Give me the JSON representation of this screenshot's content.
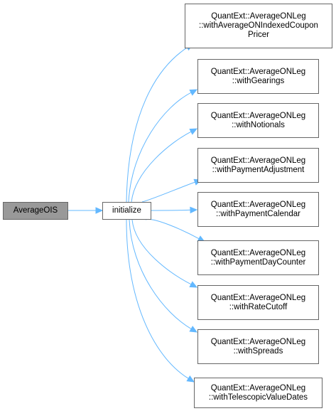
{
  "diagram": {
    "colors": {
      "edge": "#63B8FF",
      "node_border": "#666666",
      "root_fill": "#999999",
      "node_fill": "#FFFFFF"
    },
    "root": {
      "id": "averageois",
      "lines": [
        "AverageOIS"
      ]
    },
    "hub": {
      "id": "initialize",
      "lines": [
        "initialize"
      ]
    },
    "targets": [
      {
        "id": "with-average-on-indexed-coupon-pricer",
        "lines": [
          "QuantExt::AverageONLeg",
          "::withAverageONIndexedCoupon",
          "Pricer"
        ]
      },
      {
        "id": "with-gearings",
        "lines": [
          "QuantExt::AverageONLeg",
          "::withGearings"
        ]
      },
      {
        "id": "with-notionals",
        "lines": [
          "QuantExt::AverageONLeg",
          "::withNotionals"
        ]
      },
      {
        "id": "with-payment-adjustment",
        "lines": [
          "QuantExt::AverageONLeg",
          "::withPaymentAdjustment"
        ]
      },
      {
        "id": "with-payment-calendar",
        "lines": [
          "QuantExt::AverageONLeg",
          "::withPaymentCalendar"
        ]
      },
      {
        "id": "with-payment-day-counter",
        "lines": [
          "QuantExt::AverageONLeg",
          "::withPaymentDayCounter"
        ]
      },
      {
        "id": "with-rate-cutoff",
        "lines": [
          "QuantExt::AverageONLeg",
          "::withRateCutoff"
        ]
      },
      {
        "id": "with-spreads",
        "lines": [
          "QuantExt::AverageONLeg",
          "::withSpreads"
        ]
      },
      {
        "id": "with-telescopic-value-dates",
        "lines": [
          "QuantExt::AverageONLeg",
          "::withTelescopicValueDates"
        ]
      }
    ]
  }
}
